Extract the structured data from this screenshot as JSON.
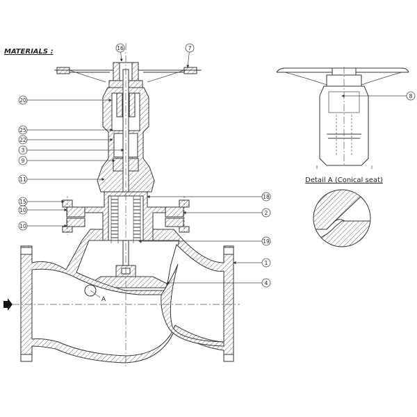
{
  "header": {
    "materials_label": "MATERIALS :"
  },
  "detail": {
    "title": "Detail A (Conical seat)",
    "section_mark": "A"
  },
  "flow": {
    "direction_icon": "flow-arrow-icon"
  },
  "callouts": [
    {
      "id": "16"
    },
    {
      "id": "7"
    },
    {
      "id": "20"
    },
    {
      "id": "25"
    },
    {
      "id": "22"
    },
    {
      "id": "3"
    },
    {
      "id": "9"
    },
    {
      "id": "11"
    },
    {
      "id": "15"
    },
    {
      "id": "10"
    },
    {
      "id": "10"
    },
    {
      "id": "18"
    },
    {
      "id": "2"
    },
    {
      "id": "19"
    },
    {
      "id": "1"
    },
    {
      "id": "4"
    },
    {
      "id": "8"
    }
  ],
  "colors": {
    "line": "#333333",
    "background": "#ffffff"
  }
}
